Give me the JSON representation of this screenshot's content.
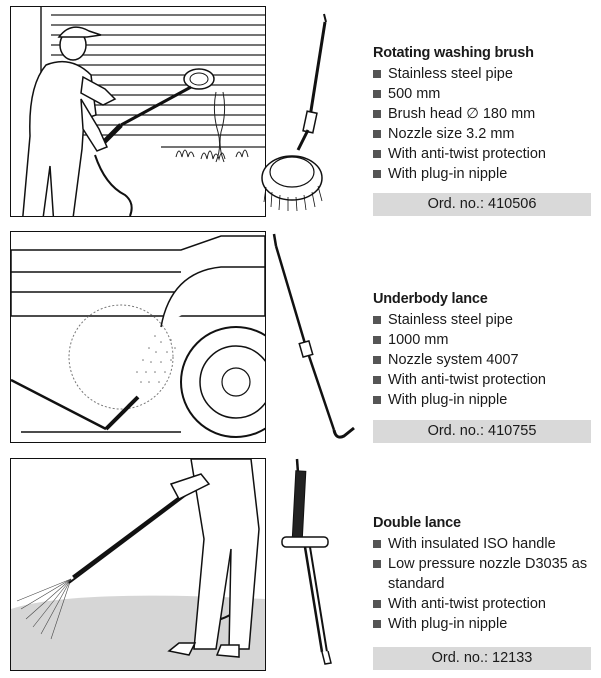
{
  "products": [
    {
      "title": "Rotating washing brush",
      "features": [
        "Stainless steel pipe",
        "500 mm",
        "Brush head ∅ 180 mm",
        "Nozzle size 3.2 mm",
        "With anti-twist protection",
        "With plug-in nipple"
      ],
      "order": "Ord. no.: 410506"
    },
    {
      "title": "Underbody lance",
      "features": [
        "Stainless steel pipe",
        "1000 mm",
        "Nozzle system 4007",
        "With anti-twist protection",
        "With plug-in nipple"
      ],
      "order": "Ord. no.: 410755"
    },
    {
      "title": "Double lance",
      "features": [
        "With insulated ISO handle",
        "Low pressure nozzle D3035 as standard",
        "With anti-twist protection",
        "With plug-in nipple"
      ],
      "order": "Ord. no.: 12133"
    }
  ],
  "colors": {
    "order_bar": "#d9d9d9",
    "bullet": "#555555",
    "line": "#111111"
  }
}
